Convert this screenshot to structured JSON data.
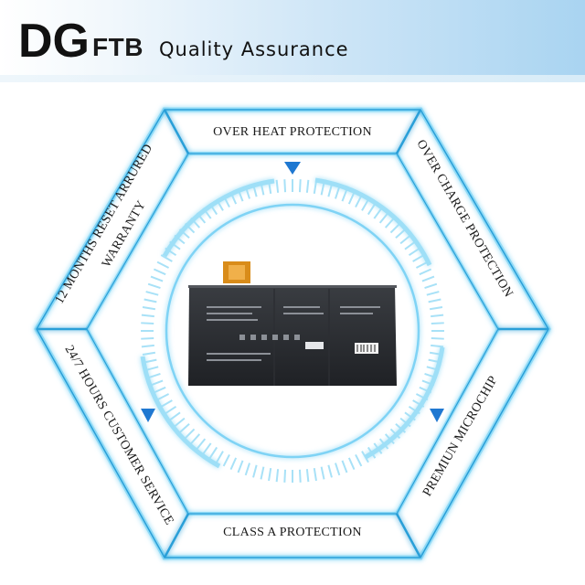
{
  "header": {
    "logo_letters": "DG",
    "logo_sub": "FTB",
    "title": "Quality Assurance"
  },
  "colors": {
    "accent": "#1f78d1",
    "glow": "#7fd3f5",
    "outline": "#2a9fd8"
  },
  "icons": {
    "pointers": "triangle-icon"
  },
  "features": {
    "top": "OVER HEAT PROTECTION",
    "top_right": "OVER CHARGE PROTECTION",
    "bottom_right": "PREMIUN MICROCHIP",
    "bottom": "CLASS A PROTECTION",
    "bottom_left": "24/7 HOURS CUSTOMER SERVICE",
    "top_left_line1": "12 MONTHS RESET ARRURED",
    "top_left_line2": "WARRANTY"
  }
}
